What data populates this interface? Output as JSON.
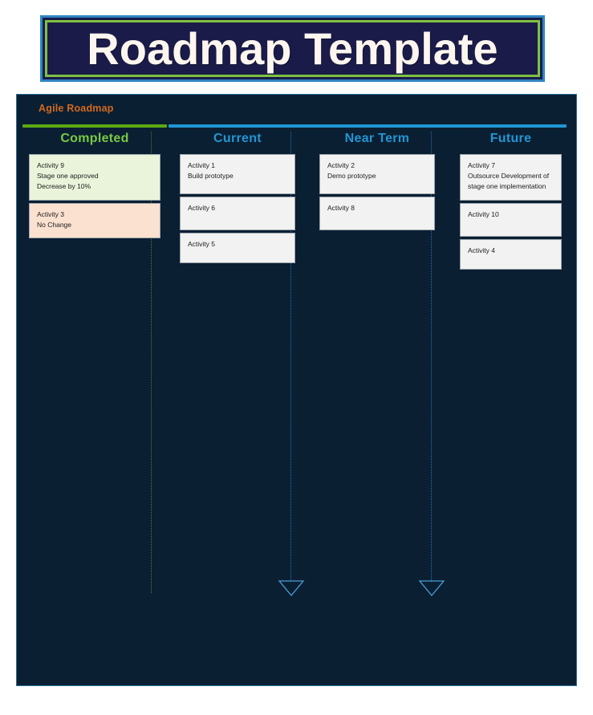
{
  "title": {
    "text": "Roadmap Template",
    "border_outer_color": "#2e86c1",
    "border_inner_color": "#7dc242",
    "background": "#1b1b4a",
    "text_color": "#fdf6ef"
  },
  "board": {
    "label": "Agile Roadmap",
    "label_color": "#d2691e",
    "background": "#0b1f33",
    "border_color": "#2e6e99"
  },
  "columns": [
    {
      "key": "completed",
      "title": "Completed",
      "title_color": "#7ac943",
      "rule_color": "#5ea813",
      "cards": [
        {
          "style": "green",
          "lines": [
            "Activity 9",
            "Stage one approved",
            "Decrease by 10%"
          ]
        },
        {
          "style": "peach",
          "lines": [
            "Activity 3",
            "No Change"
          ]
        }
      ]
    },
    {
      "key": "current",
      "title": "Current",
      "title_color": "#2196d3",
      "rule_color": "#2196d3",
      "cards": [
        {
          "style": "plain",
          "lines": [
            "Activity 1",
            "Build prototype"
          ]
        },
        {
          "style": "plain",
          "lines": [
            "Activity 6"
          ]
        },
        {
          "style": "plain",
          "lines": [
            "Activity 5"
          ]
        }
      ]
    },
    {
      "key": "near_term",
      "title": "Near Term",
      "title_color": "#2196d3",
      "rule_color": "#2196d3",
      "cards": [
        {
          "style": "plain",
          "lines": [
            "Activity 2",
            "Demo prototype"
          ]
        },
        {
          "style": "plain",
          "lines": [
            "Activity 8"
          ]
        }
      ]
    },
    {
      "key": "future",
      "title": "Future",
      "title_color": "#2196d3",
      "rule_color": "#2196d3",
      "cards": [
        {
          "style": "plain",
          "lines": [
            "Activity 7",
            "Outsource Development of stage one implementation"
          ]
        },
        {
          "style": "plain",
          "lines": [
            "Activity 10"
          ]
        },
        {
          "style": "plain",
          "lines": [
            "Activity 4"
          ]
        }
      ]
    }
  ],
  "dividers": [
    {
      "name": "divider-completed-current",
      "color": "#4f7a2a",
      "arrow": false
    },
    {
      "name": "divider-current-near",
      "color": "#2f6f9f",
      "arrow": true
    },
    {
      "name": "divider-near-future",
      "color": "#2f6f9f",
      "arrow": true
    }
  ],
  "arrows": {
    "color": "#4a9ed4",
    "glyph": "triangle-down-icon"
  }
}
